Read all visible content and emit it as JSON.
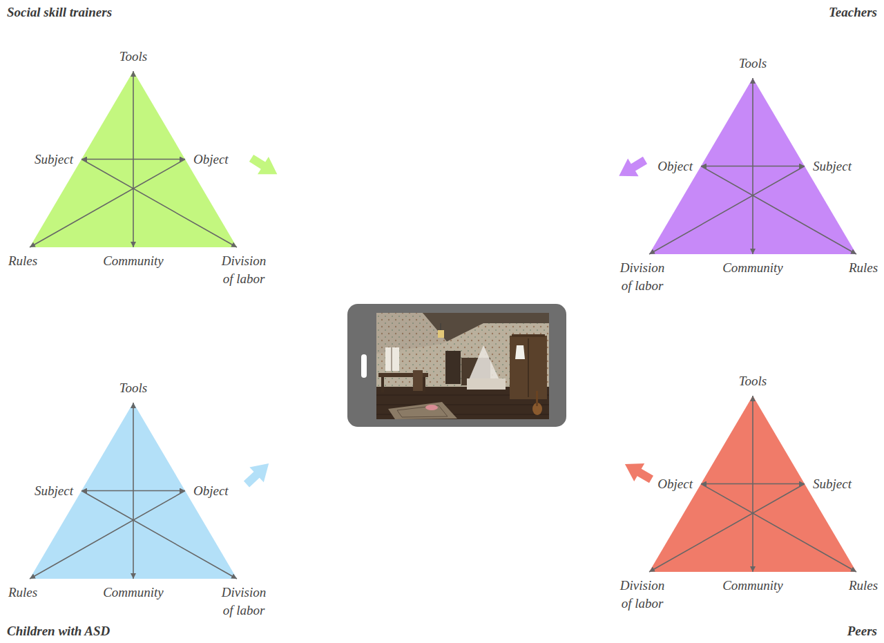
{
  "diagram": {
    "nodes": [
      {
        "text": [
          "Tools",
          "Subject",
          "Object",
          "Rules",
          "Community",
          "Division of labor"
        ]
      },
      {
        "text": [
          "Tools",
          "Object",
          "Subject",
          "Division of labor",
          "Community",
          "Rules"
        ]
      },
      {
        "text": [
          "Tools",
          "Subject",
          "Object",
          "Rules",
          "Community",
          "Division of labor"
        ]
      },
      {
        "text": [
          "Tools",
          "Object",
          "Subject",
          "Division of labor",
          "Community",
          "Rules"
        ]
      }
    ],
    "labels": [
      "Social skill trainers",
      "Teachers",
      "Children with ASD",
      "Peers"
    ]
  }
}
